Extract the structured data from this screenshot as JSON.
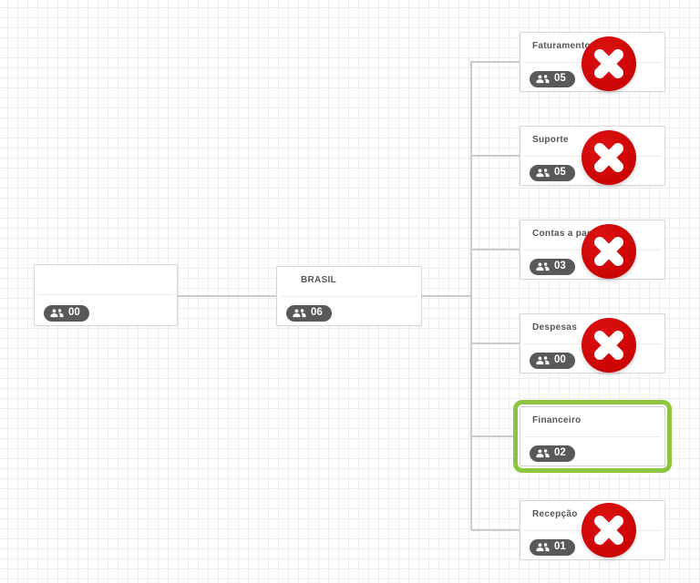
{
  "nodes": [
    {
      "title": "",
      "count": "00",
      "error": false,
      "highlighted": false
    },
    {
      "title": "BRASIL",
      "count": "06",
      "error": false,
      "highlighted": false
    },
    {
      "title": "Faturamento",
      "count": "05",
      "error": true,
      "highlighted": false
    },
    {
      "title": "Suporte",
      "count": "05",
      "error": true,
      "highlighted": false
    },
    {
      "title": "Contas a pagar",
      "count": "03",
      "error": true,
      "highlighted": false
    },
    {
      "title": "Despesas",
      "count": "00",
      "error": true,
      "highlighted": false
    },
    {
      "title": "Financeiro",
      "count": "02",
      "error": false,
      "highlighted": true
    },
    {
      "title": "Recepção",
      "count": "01",
      "error": true,
      "highlighted": false
    }
  ],
  "colors": {
    "error_red": "#cb0404",
    "highlight_green": "#8cc63e",
    "badge_background": "#58595b",
    "connector_gray": "#c9cbd1",
    "node_border": "#d6d6d8",
    "title_text": "#55565a",
    "grid_line": "#f0edee"
  },
  "icons": {
    "badge": "group-icon",
    "error": "x-circle-icon"
  }
}
